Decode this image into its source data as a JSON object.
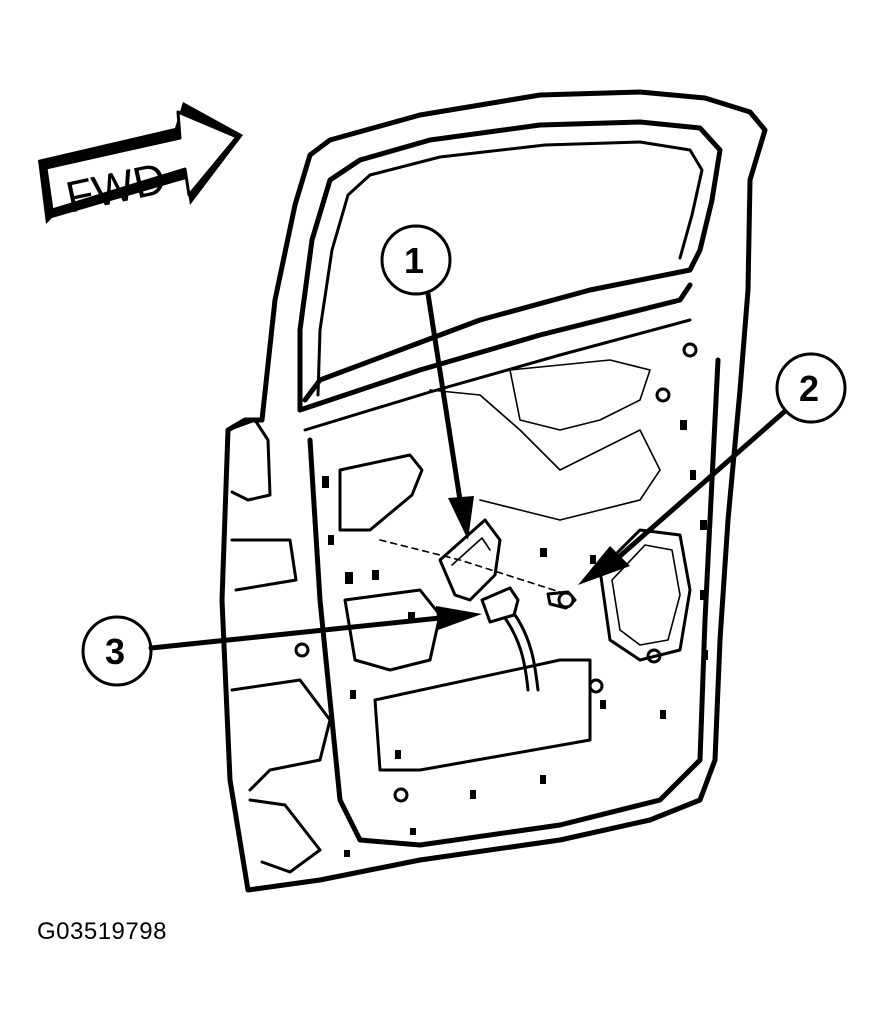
{
  "direction_arrow": {
    "label": "FWD"
  },
  "callouts": [
    {
      "id": "callout-1",
      "number": "1"
    },
    {
      "id": "callout-2",
      "number": "2"
    },
    {
      "id": "callout-3",
      "number": "3"
    }
  ],
  "figure_id": "G03519798"
}
